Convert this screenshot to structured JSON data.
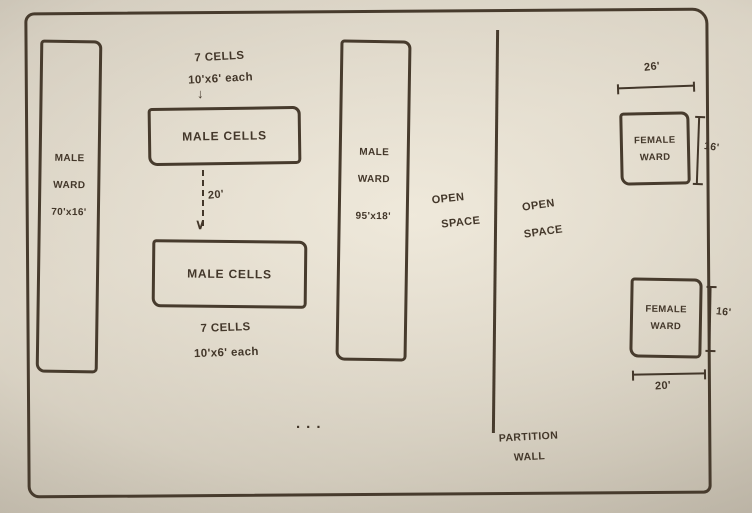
{
  "colors": {
    "ink": "#43372a",
    "paper": "#d9d2c4"
  },
  "icons": {
    "down_arrow": "↓",
    "arrowhead_down": "∨"
  },
  "diagram": {
    "male_ward_left": {
      "line1": "MALE",
      "line2": "WARD",
      "dims": "70'x16'"
    },
    "top_cells_note": {
      "count": "7 CELLS",
      "size": "10'x6' each"
    },
    "male_cells_top": {
      "label": "MALE CELLS"
    },
    "gap_dimension": "20'",
    "male_cells_bottom": {
      "label": "MALE CELLS"
    },
    "bottom_cells_note": {
      "count": "7 CELLS",
      "size": "10'x6' each"
    },
    "male_ward_mid": {
      "line1": "MALE",
      "line2": "WARD",
      "dims": "95'x18'"
    },
    "open_space_left": {
      "line1": "OPEN",
      "line2": "SPACE"
    },
    "open_space_right": {
      "line1": "OPEN",
      "line2": "SPACE"
    },
    "partition_label": {
      "line1": "PARTITION",
      "line2": "WALL"
    },
    "female_ward_top": {
      "line1": "FEMALE",
      "line2": "WARD",
      "dim_top": "26'",
      "dim_right": "16'"
    },
    "female_ward_bottom": {
      "line1": "FEMALE",
      "line2": "WARD",
      "dim_right": "16'",
      "dim_bottom": "20'"
    },
    "dots": "..."
  }
}
